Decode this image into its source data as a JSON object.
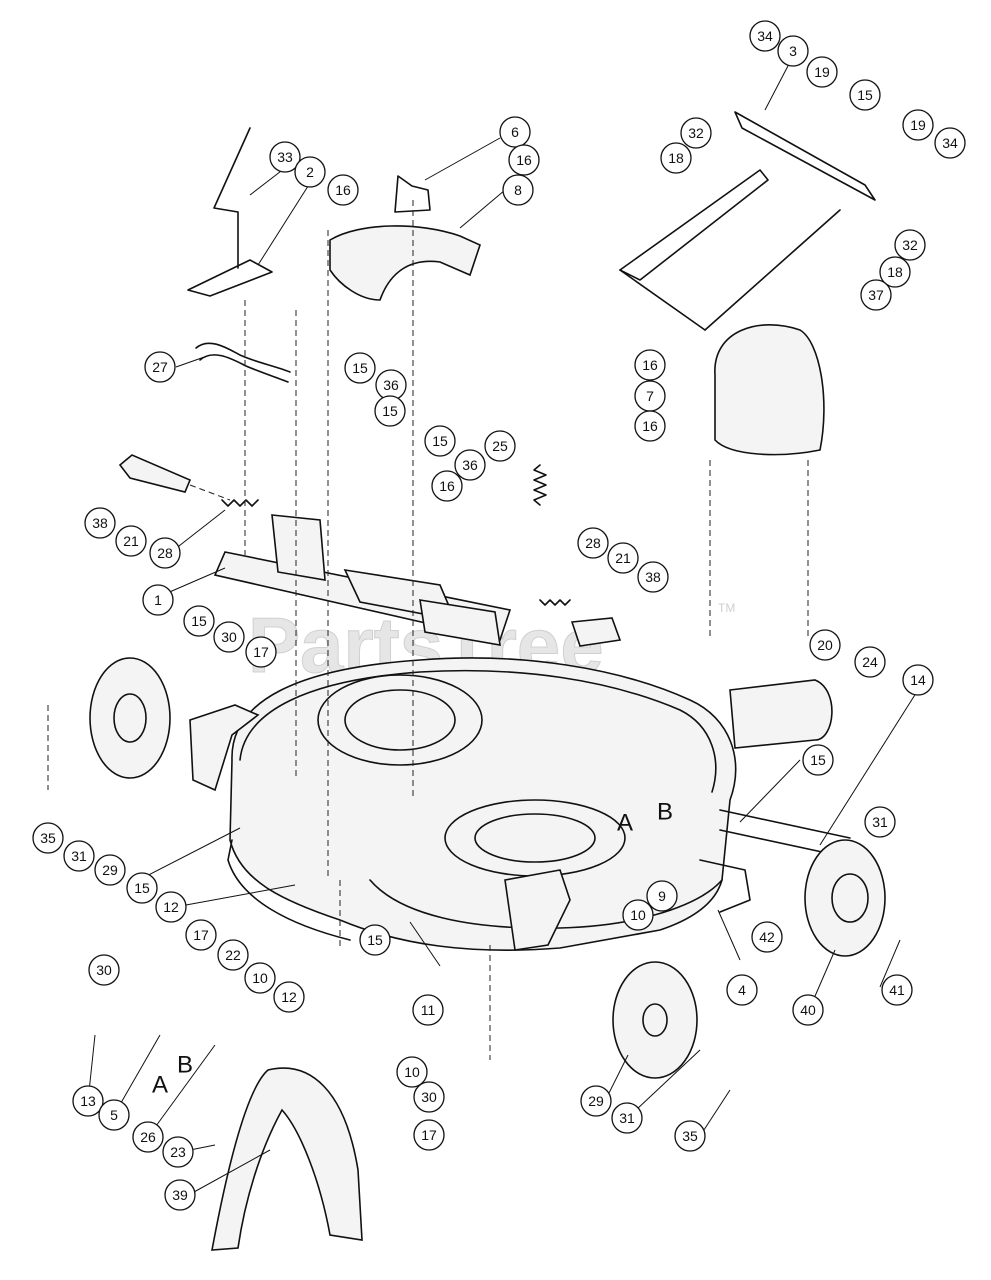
{
  "watermark": {
    "text": "PartsTree",
    "trademark": "TM"
  },
  "letters": [
    "A",
    "B",
    "A",
    "B"
  ],
  "callouts": [
    "34",
    "3",
    "19",
    "15",
    "19",
    "34",
    "32",
    "18",
    "32",
    "18",
    "37",
    "6",
    "16",
    "8",
    "33",
    "2",
    "16",
    "27",
    "16",
    "7",
    "16",
    "15",
    "36",
    "15",
    "15",
    "36",
    "25",
    "16",
    "38",
    "21",
    "28",
    "1",
    "15",
    "30",
    "17",
    "28",
    "21",
    "38",
    "20",
    "24",
    "14",
    "15",
    "31",
    "35",
    "31",
    "29",
    "15",
    "12",
    "A",
    "B",
    "9",
    "10",
    "42",
    "4",
    "40",
    "41",
    "17",
    "30",
    "22",
    "10",
    "12",
    "11",
    "10",
    "30",
    "17",
    "13",
    "5",
    "26",
    "29",
    "31",
    "35",
    "23",
    "39"
  ]
}
